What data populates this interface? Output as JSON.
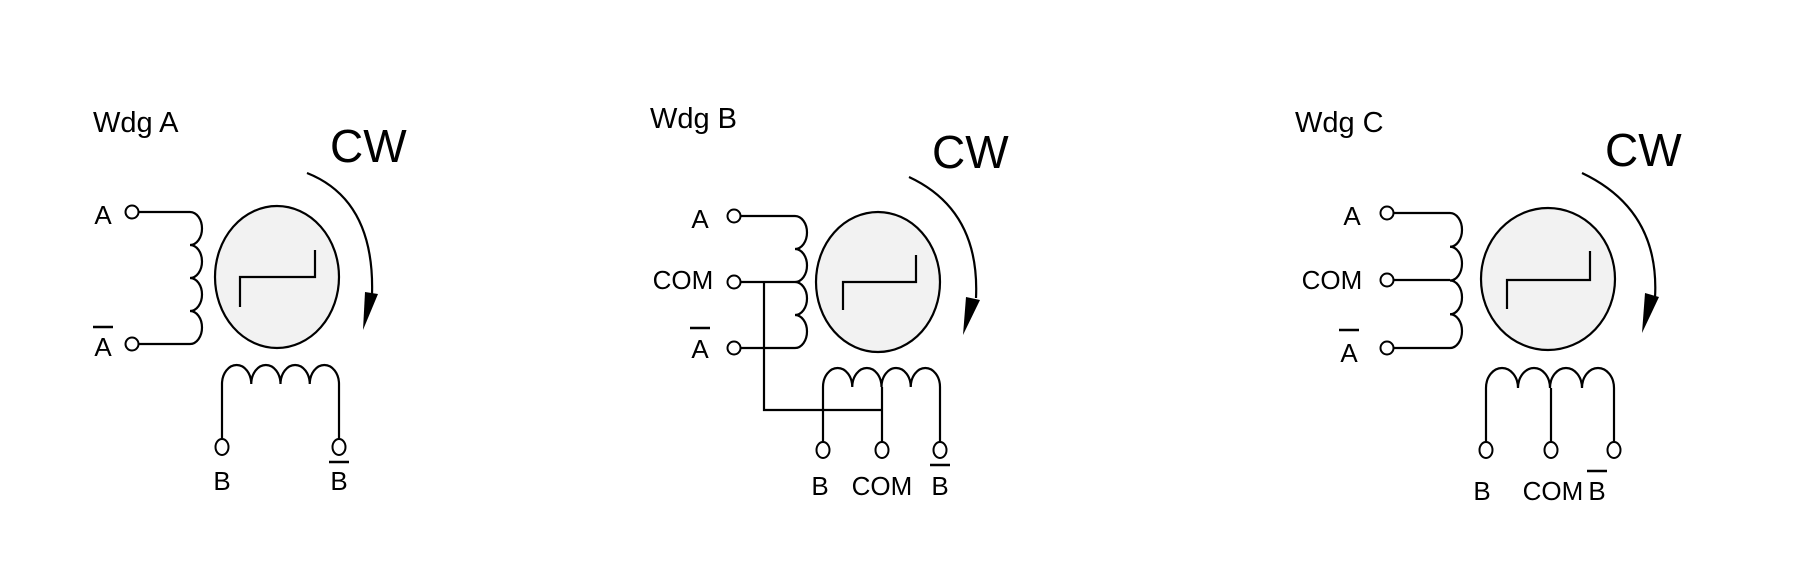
{
  "panels": [
    {
      "title": "Wdg A",
      "direction": "CW",
      "left_terminals": [
        "A",
        "A"
      ],
      "left_overline": [
        false,
        true
      ],
      "bottom_terminals": [
        "B",
        "B"
      ],
      "bottom_overline": [
        false,
        true
      ]
    },
    {
      "title": "Wdg B",
      "direction": "CW",
      "left_terminals": [
        "A",
        "COM",
        "A"
      ],
      "left_overline": [
        false,
        false,
        true
      ],
      "bottom_terminals": [
        "B",
        "COM",
        "B"
      ],
      "bottom_overline": [
        false,
        false,
        true
      ]
    },
    {
      "title": "Wdg C",
      "direction": "CW",
      "left_terminals": [
        "A",
        "COM",
        "A"
      ],
      "left_overline": [
        false,
        false,
        true
      ],
      "bottom_terminals": [
        "B",
        "COM",
        "B"
      ],
      "bottom_overline": [
        false,
        false,
        true
      ]
    }
  ],
  "colors": {
    "line": "#000000",
    "rotor_fill": "#f2f2f2"
  }
}
